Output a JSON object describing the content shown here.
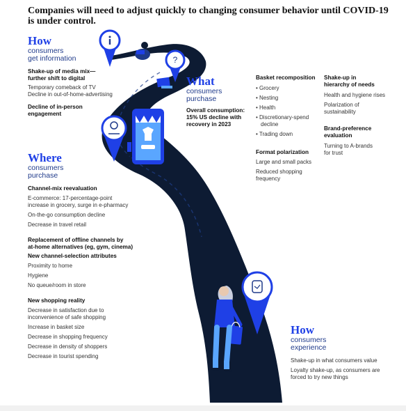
{
  "headline": "Companies will need to adjust quickly to changing consumer behavior until COVID-19 is under control.",
  "how_info": {
    "big": "How",
    "sub1": "consumers",
    "sub2": "get information",
    "h1a": "Shake-up of media mix—",
    "h1b": "further shift to digital",
    "t1": "Temporary comeback of TV",
    "t2": "Decline in out-of-home-advertising",
    "h2a": "Decline of in-person",
    "h2b": "engagement"
  },
  "what": {
    "big": "What",
    "sub1": "consumers",
    "sub2": "purchase",
    "h1a": "Overall consumption:",
    "h1b": "15% US decline with",
    "h1c": "recovery in 2023"
  },
  "basket": {
    "title": "Basket recomposition",
    "items": [
      "Grocery",
      "Nesting",
      "Health",
      "Discretionary-spend decline",
      "Trading down"
    ],
    "fp_title": "Format polarization",
    "fp1": "Large and small packs",
    "fp2a": "Reduced shopping",
    "fp2b": "frequency"
  },
  "needs": {
    "h1a": "Shake-up in",
    "h1b": "hierarchy of needs",
    "t1": "Health and hygiene rises",
    "t2a": "Polarization of",
    "t2b": "sustainability",
    "h2a": "Brand-preference",
    "h2b": "evaluation",
    "t3a": "Turning to A-brands",
    "t3b": "for trust"
  },
  "where": {
    "big": "Where",
    "sub1": "consumers",
    "sub2": "purchase",
    "cm_title": "Channel-mix reevaluation",
    "cm1a": "E-commerce: 17-percentage-point",
    "cm1b": "increase in grocery, surge in e-pharmacy",
    "cm2": "On-the-go consumption decline",
    "cm3": "Decrease in travel retail",
    "rep1": "Replacement of offline channels by",
    "rep2": "at-home alternatives (eg, gym, cinema)",
    "ncs_title": "New channel-selection attributes",
    "ncs1": "Proximity to home",
    "ncs2": "Hygiene",
    "ncs3": "No queue/room in store",
    "nsr_title": "New shopping reality",
    "nsr1a": "Decrease in satisfaction due to",
    "nsr1b": "inconvenience of safe shopping",
    "nsr2": "Increase in basket size",
    "nsr3": "Decrease in shopping frequency",
    "nsr4": "Decrease in density of shoppers",
    "nsr5": "Decrease in tourist spending"
  },
  "experience": {
    "big": "How",
    "sub1": "consumers",
    "sub2": "experience",
    "t1": "Shake-up in what consumers value",
    "t2a": "Loyalty shake-up, as consumers are",
    "t2b": "forced to try new things"
  },
  "colors": {
    "road": "#0d1b33",
    "accent": "#1f40e6",
    "light_blue": "#5aa6ff"
  }
}
